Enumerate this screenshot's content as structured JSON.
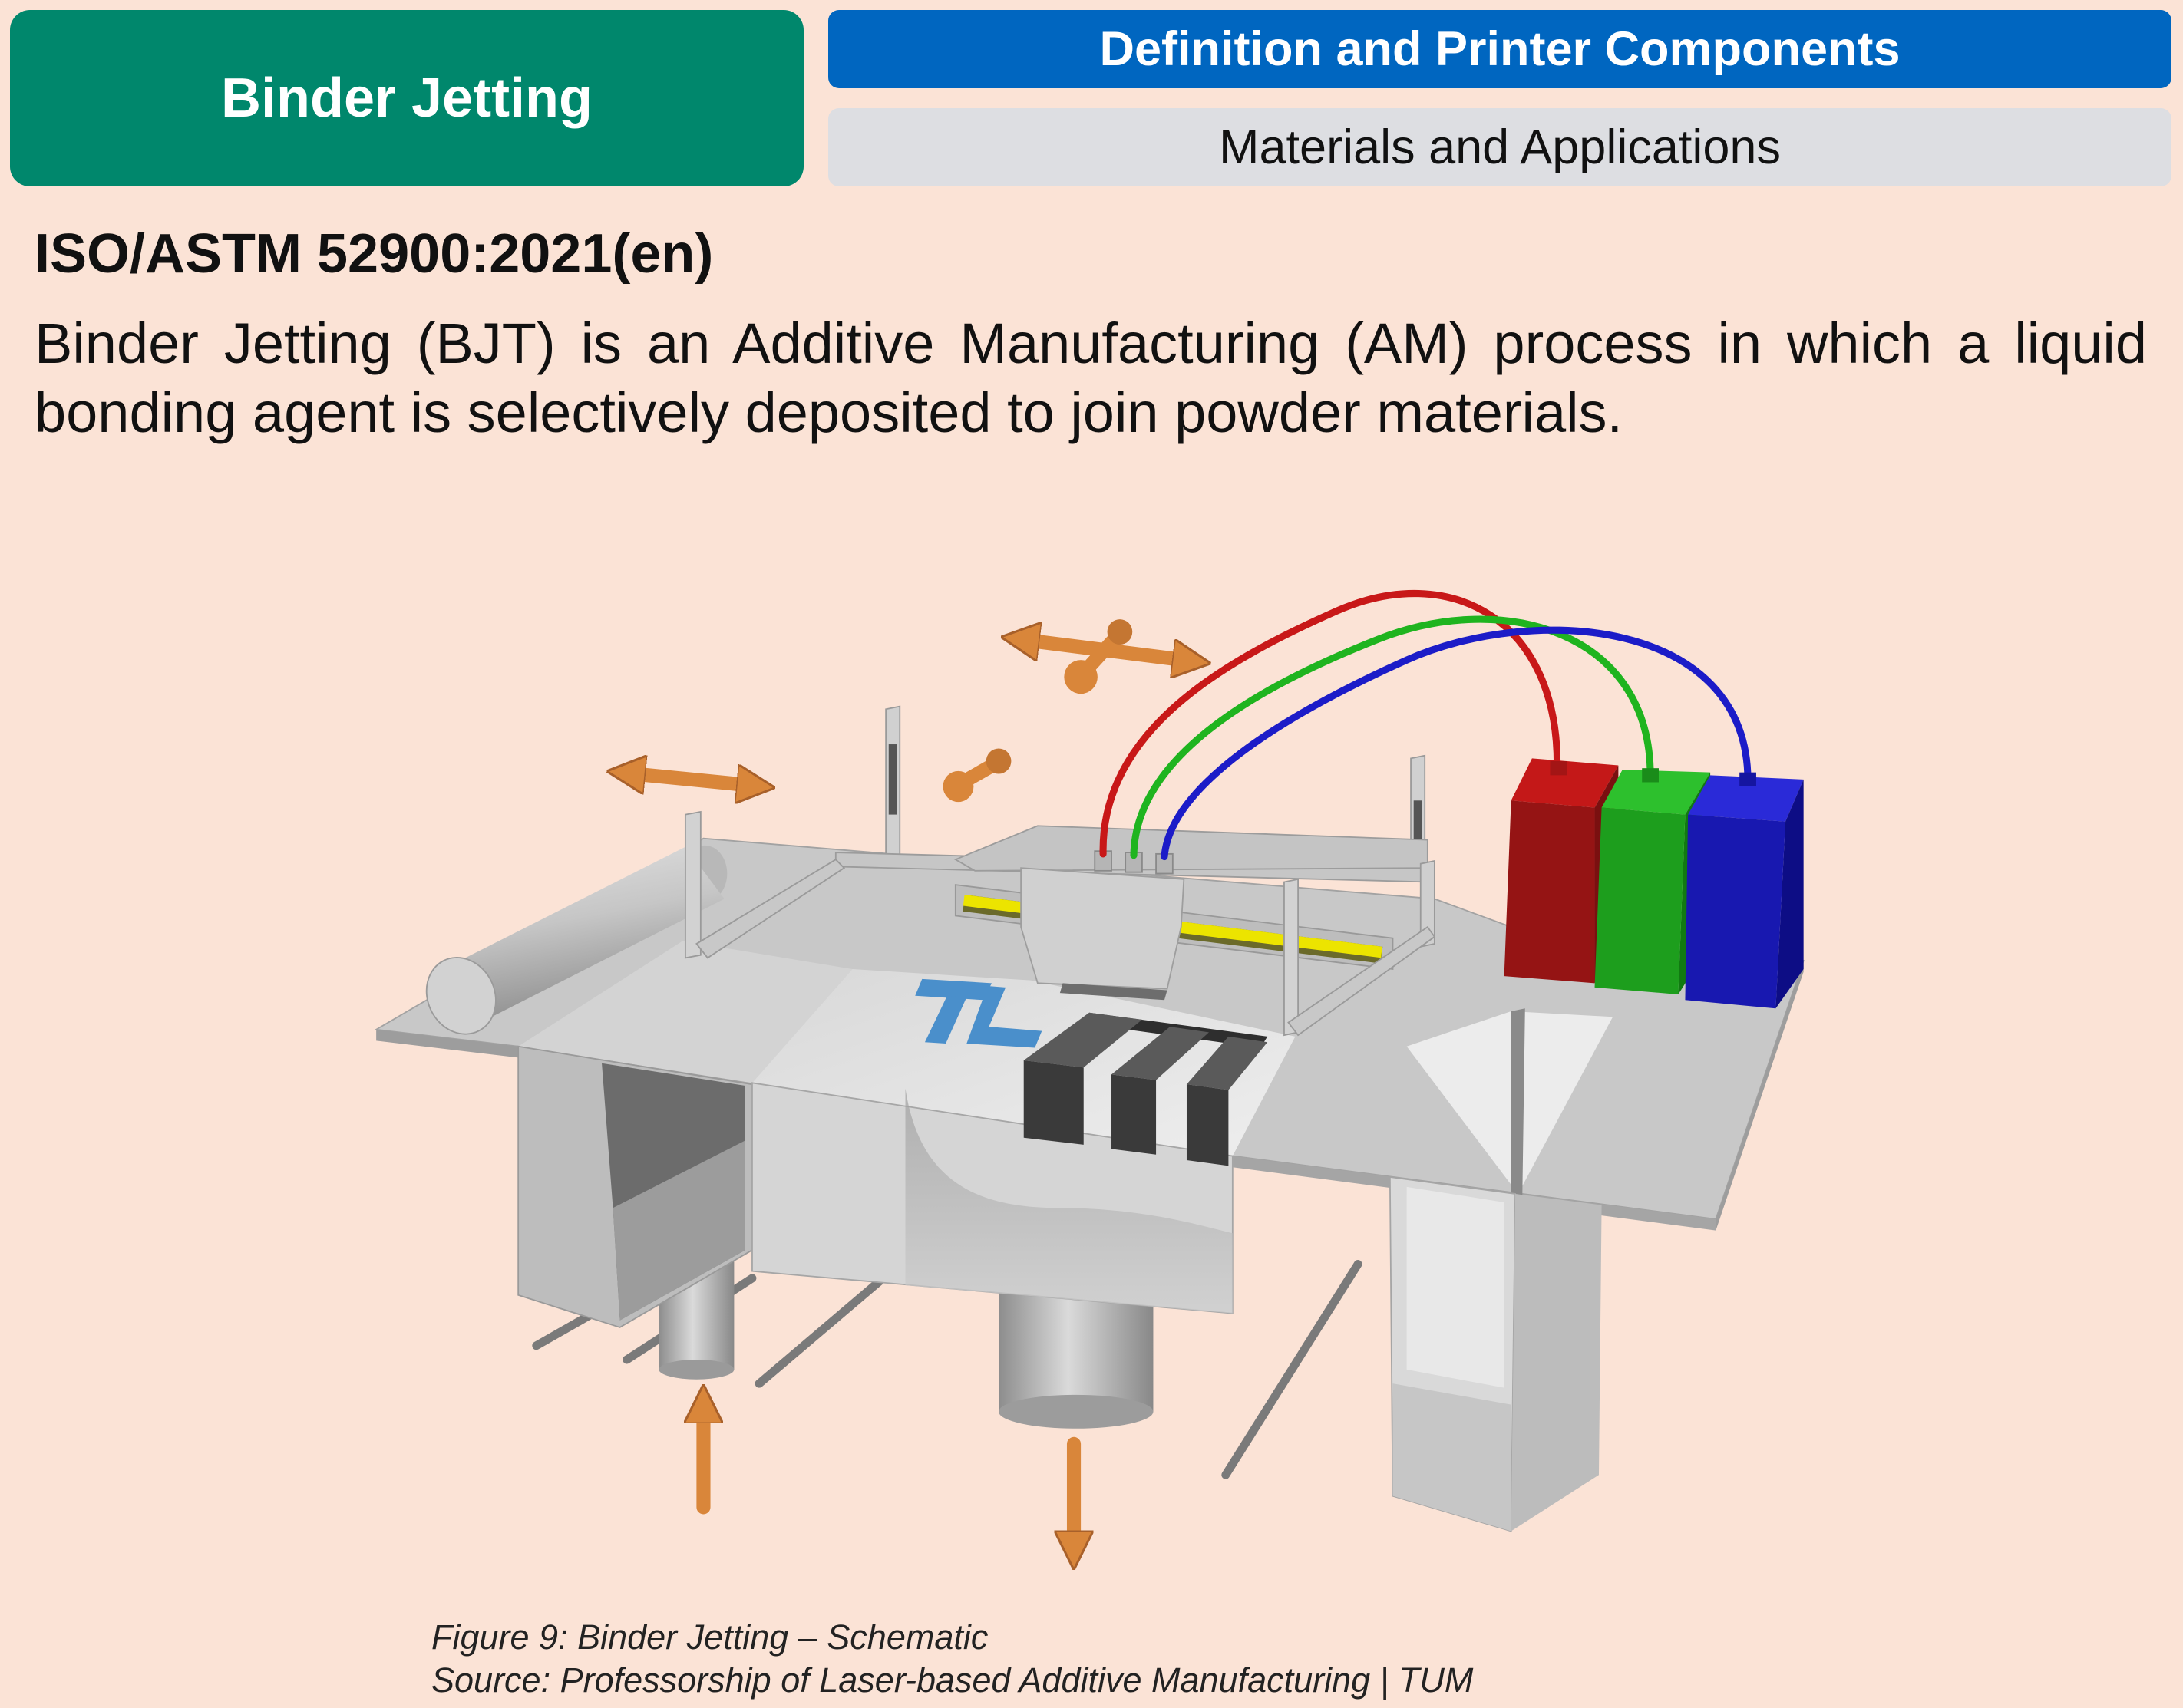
{
  "header": {
    "title": "Binder Jetting",
    "tabs": [
      {
        "label": "Definition and Printer Components",
        "active": true
      },
      {
        "label": "Materials and Applications",
        "active": false
      }
    ]
  },
  "content": {
    "standard": "ISO/ASTM 52900:2021(en)",
    "definition": "Binder Jetting (BJT) is an Additive Manufacturing (AM) process in which a liquid bonding agent is selectively deposited to join powder materials."
  },
  "figure": {
    "caption": "Figure 9: Binder Jetting – Schematic",
    "source": "Source: Professorship of Laser-based Additive Manufacturing | TUM"
  },
  "colors": {
    "background": "#FBE3D6",
    "title_box": "#00876C",
    "tab_active": "#0066C0",
    "tab_inactive": "#DDDEE2"
  }
}
